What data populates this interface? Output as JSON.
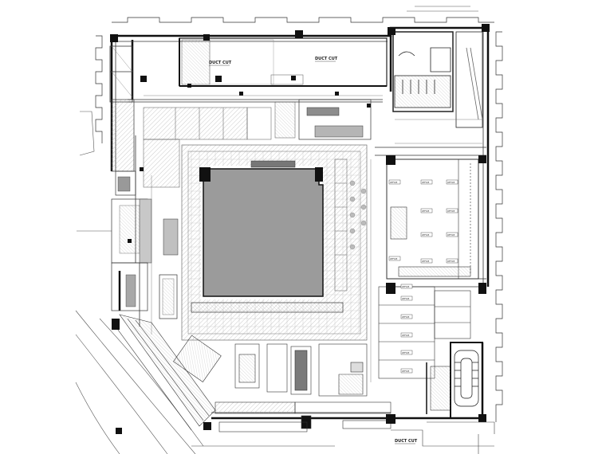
{
  "labels": {
    "duct_cut_1": "DUCT CUT",
    "duct_cut_2": "DUCT CUT",
    "duct_cut_3": "DUCT CUT",
    "office_row_1": "OFFICE",
    "office_row_2": "OFFICE",
    "office_row_3": "OFFICE",
    "office_row_4": "OFFICE",
    "office_row_5": "OFFICE",
    "office_row_6": "OFFICE",
    "office_row_7": "OFFICE",
    "office_row_8": "OFFICE",
    "office_row_9": "OFFICE",
    "office_row_10": "OFFICE",
    "office_row_11": "OFFICE",
    "office_row_12": "OFFICE",
    "office_row_13": "OFFICE",
    "office_row_14": "OFFICE",
    "office_row_15": "OFFICE",
    "office_row_16": "OFFICE"
  },
  "colors": {
    "wall": "#111111",
    "line": "#3a3a3a",
    "hatch": "#9a9a9a",
    "void": "#9b9b9b",
    "paper": "#ffffff"
  }
}
